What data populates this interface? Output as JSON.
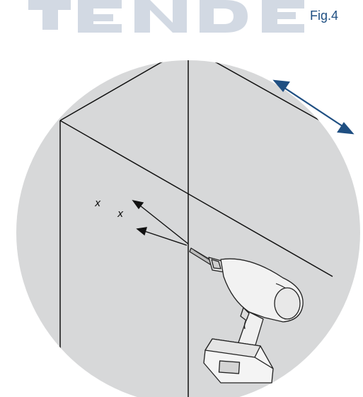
{
  "figure_label": "Fig.4",
  "drill_marks": [
    "x",
    "x"
  ],
  "colors": {
    "circle_bg": "#d7d8d9",
    "brand_text": "#1f4f82",
    "wall_lines": "#111111",
    "direction_arrow": "#1f4f82",
    "drill_body": "#f2f2f2",
    "drill_outline": "#222222"
  },
  "icons": {
    "direction_arrow": "double-headed-arrow",
    "drill": "cordless-drill"
  }
}
